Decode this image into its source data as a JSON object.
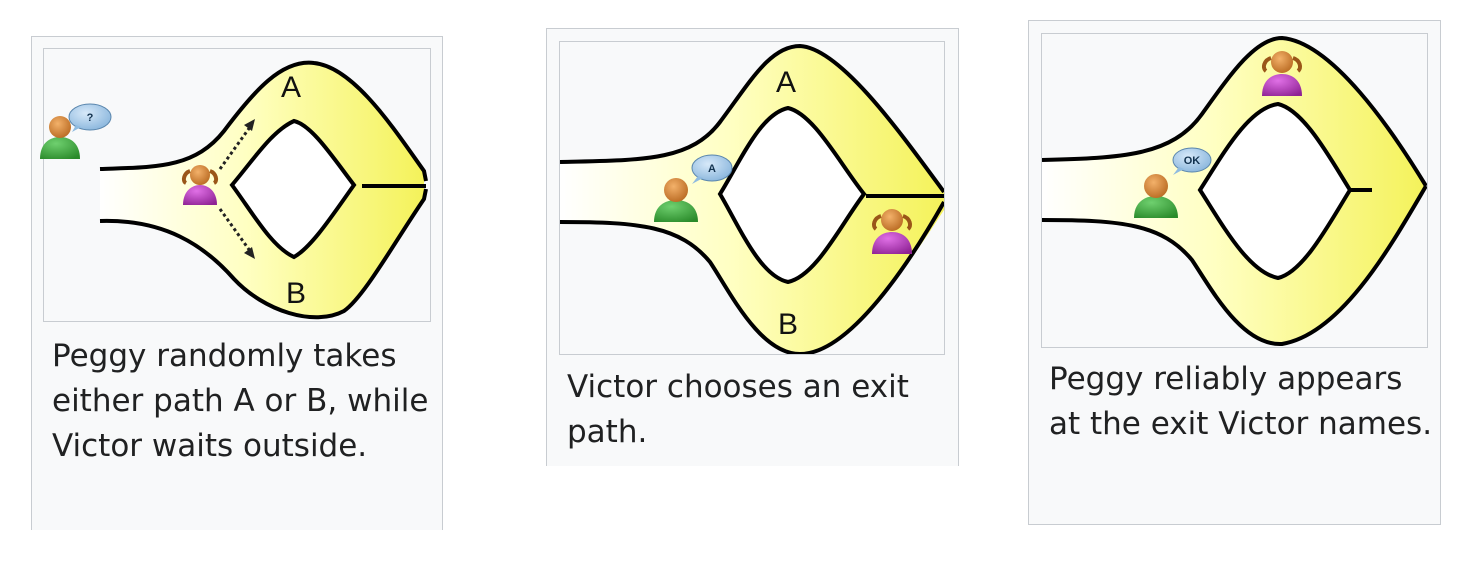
{
  "panels": [
    {
      "label_a": "A",
      "label_b": "B",
      "speech": "?",
      "caption": "Peggy randomly takes either path A or B, while Victor waits outside."
    },
    {
      "label_a": "A",
      "label_b": "B",
      "speech": "A",
      "caption": "Victor chooses an exit path."
    },
    {
      "speech": "OK",
      "caption": "Peggy reliably appears at the exit Victor names."
    }
  ],
  "colors": {
    "cave_fill": "#ffff88",
    "cave_stroke": "#000000",
    "victor_body": "#3fa33f",
    "peggy_body": "#b238b8",
    "head": "#d98a3c",
    "bubble": "#9fc5e8",
    "card_bg": "#f8f9fa",
    "border": "#c8ccd1"
  },
  "icons": {
    "victor": "victor-person-icon",
    "peggy": "peggy-person-icon",
    "speech": "speech-bubble-icon",
    "arrow": "dotted-arrow-icon"
  }
}
